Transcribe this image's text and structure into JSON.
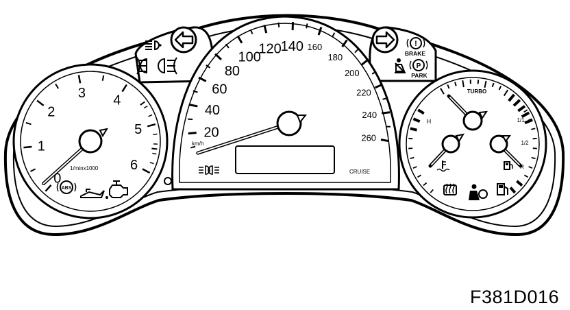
{
  "figure_code": "F381D016",
  "speedometer": {
    "major_labels": [
      "20",
      "40",
      "60",
      "80",
      "100",
      "120",
      "140"
    ],
    "minor_labels": [
      "160",
      "180",
      "200",
      "220",
      "240",
      "260"
    ],
    "unit": "km/h",
    "cruise_label": "CRUISE",
    "needle_value": 5,
    "max_value": 260
  },
  "tachometer": {
    "labels": [
      "0",
      "1",
      "2",
      "3",
      "4",
      "5",
      "6"
    ],
    "unit": "1/minx1000",
    "needle_value": 0
  },
  "right_gauge": {
    "turbo_label": "TURBO",
    "temp_high_label": "H",
    "fuel_full_label": "1/1",
    "fuel_half_label": "1/2",
    "fuel_reserve_label": "R"
  },
  "warning_lamps": {
    "abs_label": "ABS",
    "brake_label": "BRAKE",
    "park_label": "PARK",
    "brake_symbol": "!",
    "park_symbol": "P"
  }
}
